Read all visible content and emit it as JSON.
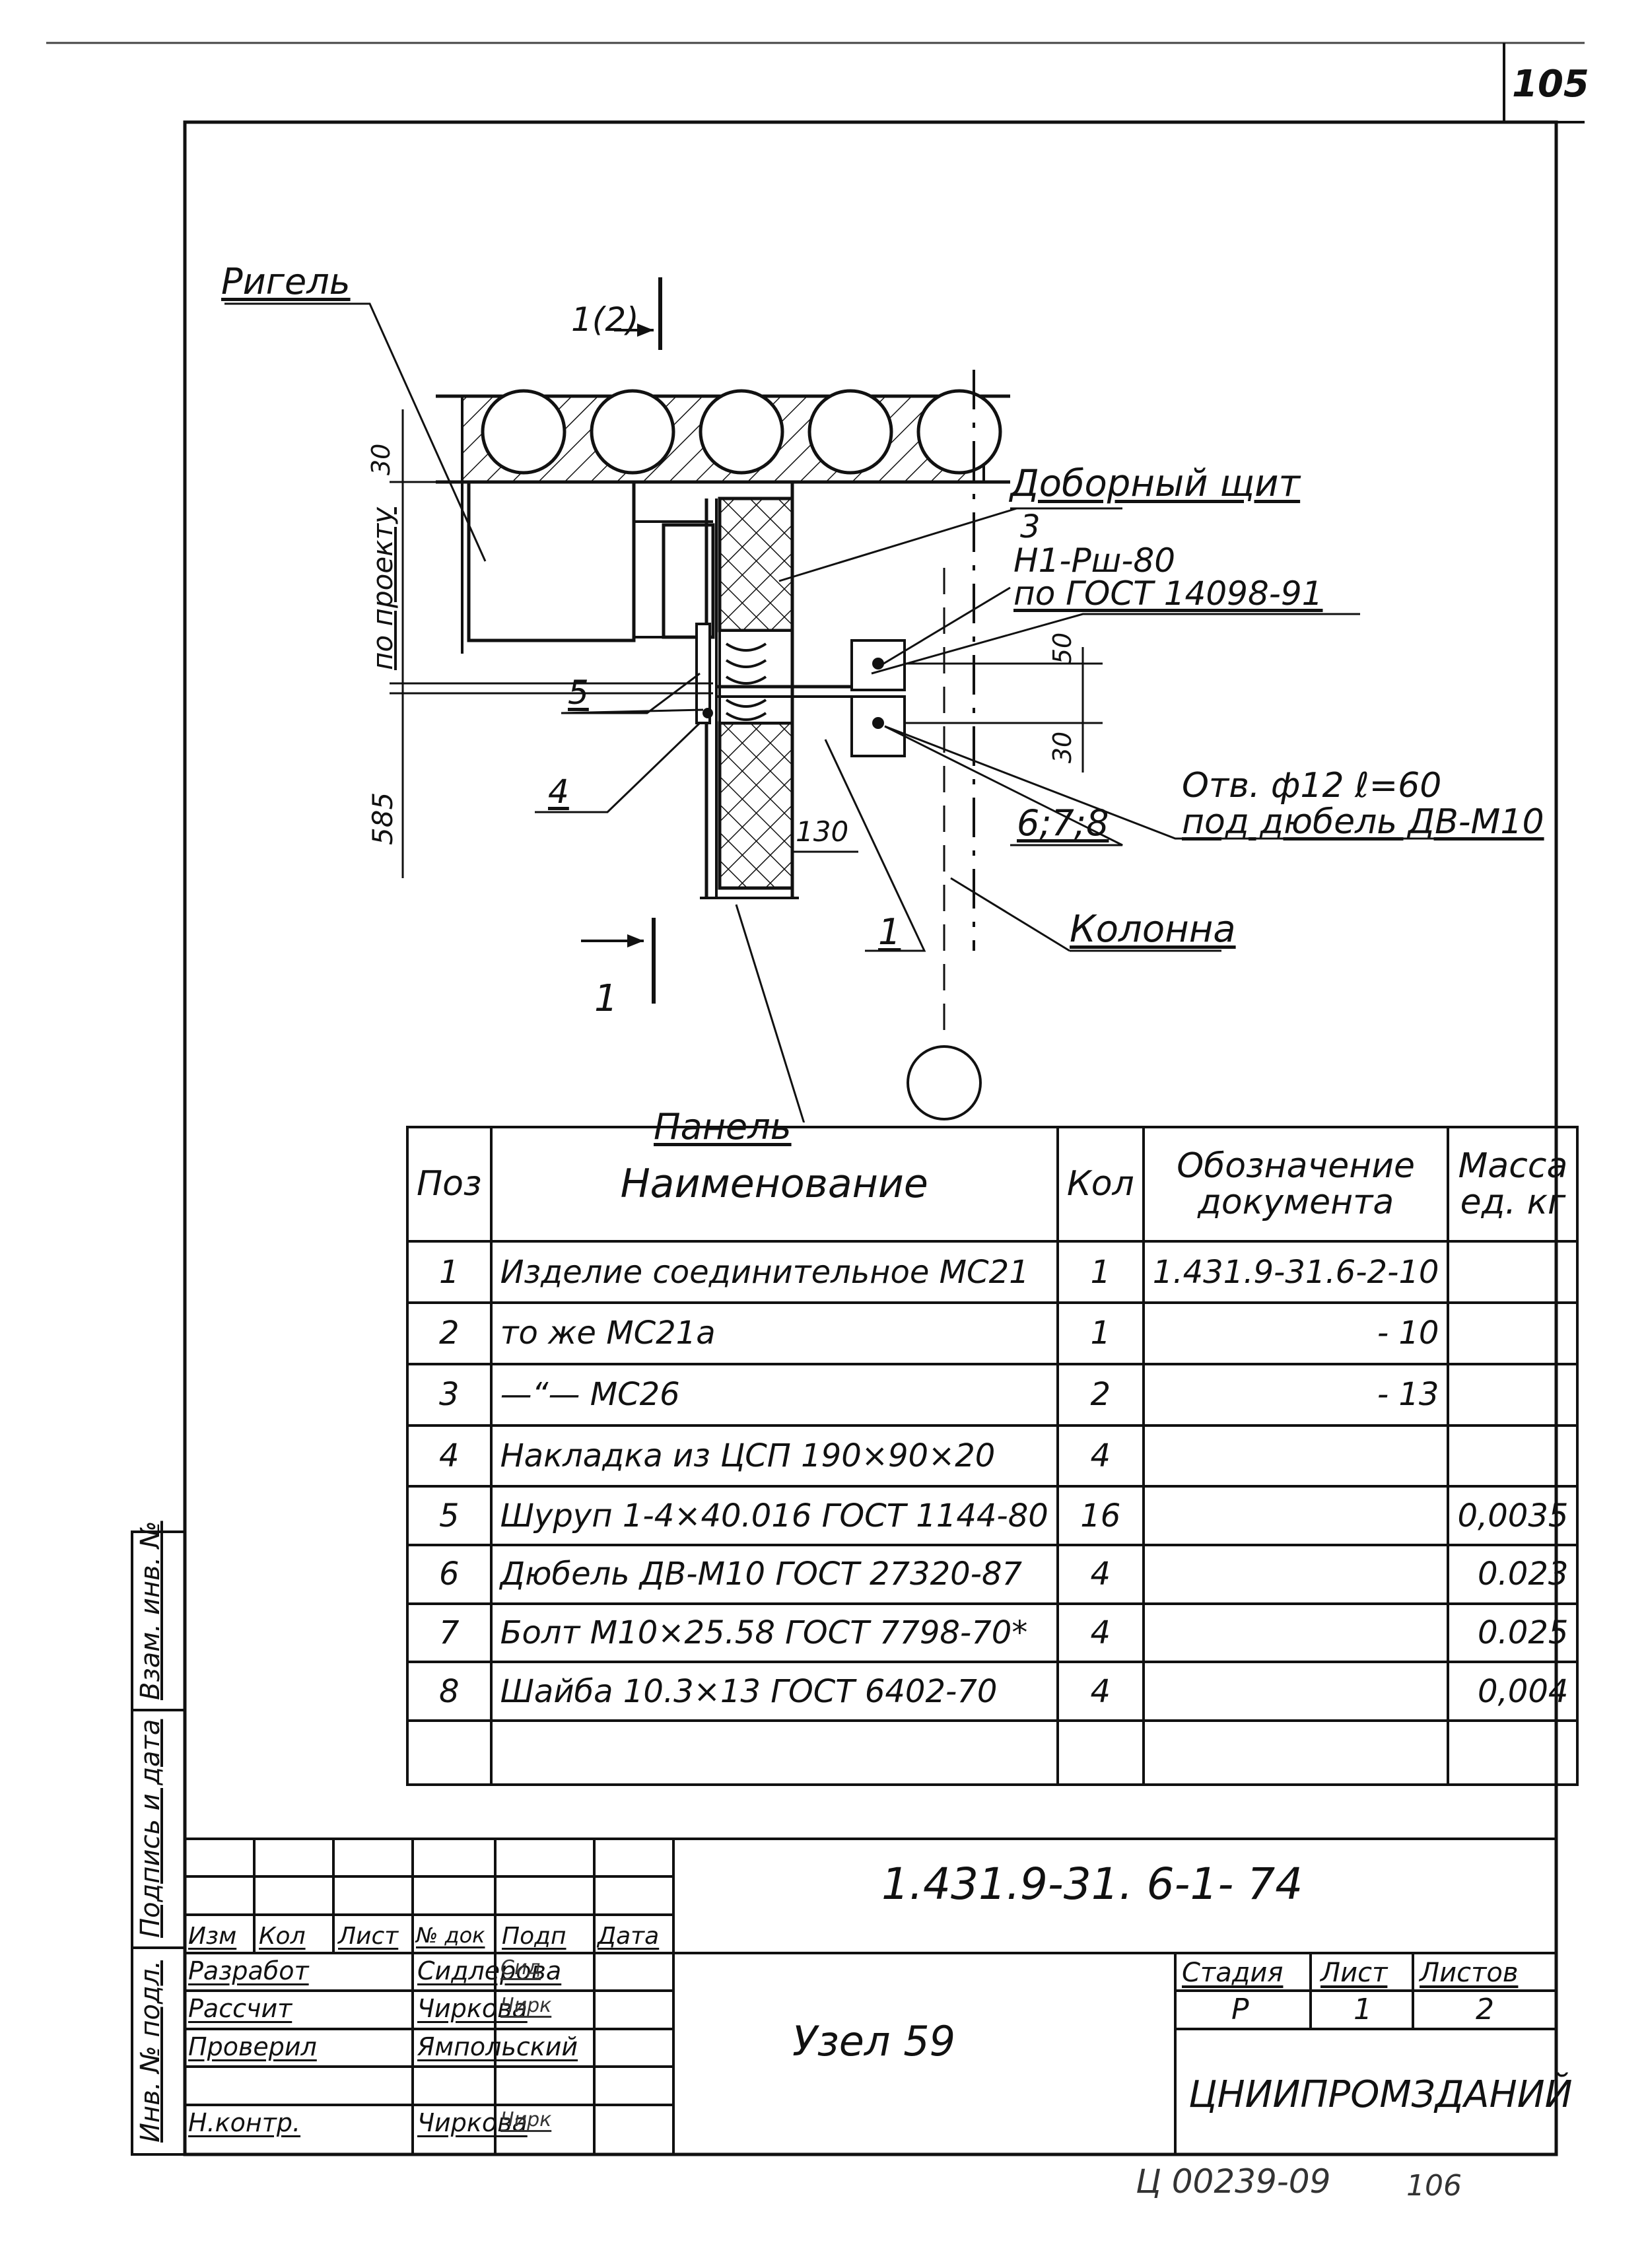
{
  "page_number": "105",
  "bottom_code": "Ц 00239-09",
  "bottom_page": "106",
  "drawing": {
    "label_rigel": "Ригель",
    "section_mark_top": "1(2)",
    "label_dobor": "Доборный щит",
    "label_3": "3",
    "label_bolt": "Н1-Рш-80",
    "label_gost": "по ГОСТ 14098-91",
    "label_otv": "Отв. ф12 ℓ=60",
    "label_dyubel": "под дюбель ДВ-М10",
    "label_678": "6;7;8",
    "label_5": "5",
    "label_4": "4",
    "label_1": "1",
    "label_kolonna": "Колонна",
    "label_panel": "Панель",
    "section_mark_bottom": "1",
    "dim_30_top": "30",
    "dim_po_proektu": "по проекту",
    "dim_585": "585",
    "dim_50": "50",
    "dim_30": "30",
    "dim_130": "130"
  },
  "spec": {
    "headers": {
      "poz": "Поз",
      "name": "Наименование",
      "kol": "Кол",
      "oboz_1": "Обозначение",
      "oboz_2": "документа",
      "mass_1": "Масса",
      "mass_2": "ед. кг"
    },
    "rows": [
      {
        "poz": "1",
        "name": "Изделие соединительное МС21",
        "kol": "1",
        "oboz": "1.431.9-31.6-2-10",
        "mass": ""
      },
      {
        "poz": "2",
        "name": "то же         МС21а",
        "kol": "1",
        "oboz": "- 10",
        "mass": ""
      },
      {
        "poz": "3",
        "name": "—“—          МС26",
        "kol": "2",
        "oboz": "- 13",
        "mass": ""
      },
      {
        "poz": "4",
        "name": "Накладка из ЦСП 190×90×20",
        "kol": "4",
        "oboz": "",
        "mass": ""
      },
      {
        "poz": "5",
        "name": "Шуруп 1-4×40.016 ГОСТ 1144-80",
        "kol": "16",
        "oboz": "",
        "mass": "0,0035"
      },
      {
        "poz": "6",
        "name": "Дюбель ДВ-М10 ГОСТ 27320-87",
        "kol": "4",
        "oboz": "",
        "mass": "0.023"
      },
      {
        "poz": "7",
        "name": "Болт М10×25.58 ГОСТ 7798-70*",
        "kol": "4",
        "oboz": "",
        "mass": "0.025"
      },
      {
        "poz": "8",
        "name": "Шайба 10.3×13 ГОСТ 6402-70",
        "kol": "4",
        "oboz": "",
        "mass": "0,004"
      },
      {
        "poz": "",
        "name": "",
        "kol": "",
        "oboz": "",
        "mass": ""
      }
    ]
  },
  "side_stamp": {
    "vzam": "Взам. инв. №",
    "podpis": "Подпись и дата",
    "inv": "Инв. № подл."
  },
  "title_block": {
    "doc_code": "1.431.9-31. 6-1- 74",
    "title": "Узел 59",
    "org": "ЦНИИПРОМЗДАНИЙ",
    "col_izm": "Изм",
    "col_kol": "Кол",
    "col_list": "Лист",
    "col_ndok": "№ док",
    "col_podp": "Подп",
    "col_data": "Дата",
    "stadiya_label": "Стадия",
    "list_label": "Лист",
    "listov_label": "Листов",
    "stadiya": "Р",
    "list": "1",
    "listov": "2",
    "roles": [
      {
        "role": "Разработ",
        "name": "Сидлерова",
        "sign": "Сид"
      },
      {
        "role": "Рассчит",
        "name": "Чиркова",
        "sign": "Чирк"
      },
      {
        "role": "Проверил",
        "name": "Ямпольский",
        "sign": ""
      },
      {
        "role": "",
        "name": "",
        "sign": ""
      },
      {
        "role": "Н.контр.",
        "name": "Чиркова",
        "sign": "Чирк"
      }
    ]
  }
}
